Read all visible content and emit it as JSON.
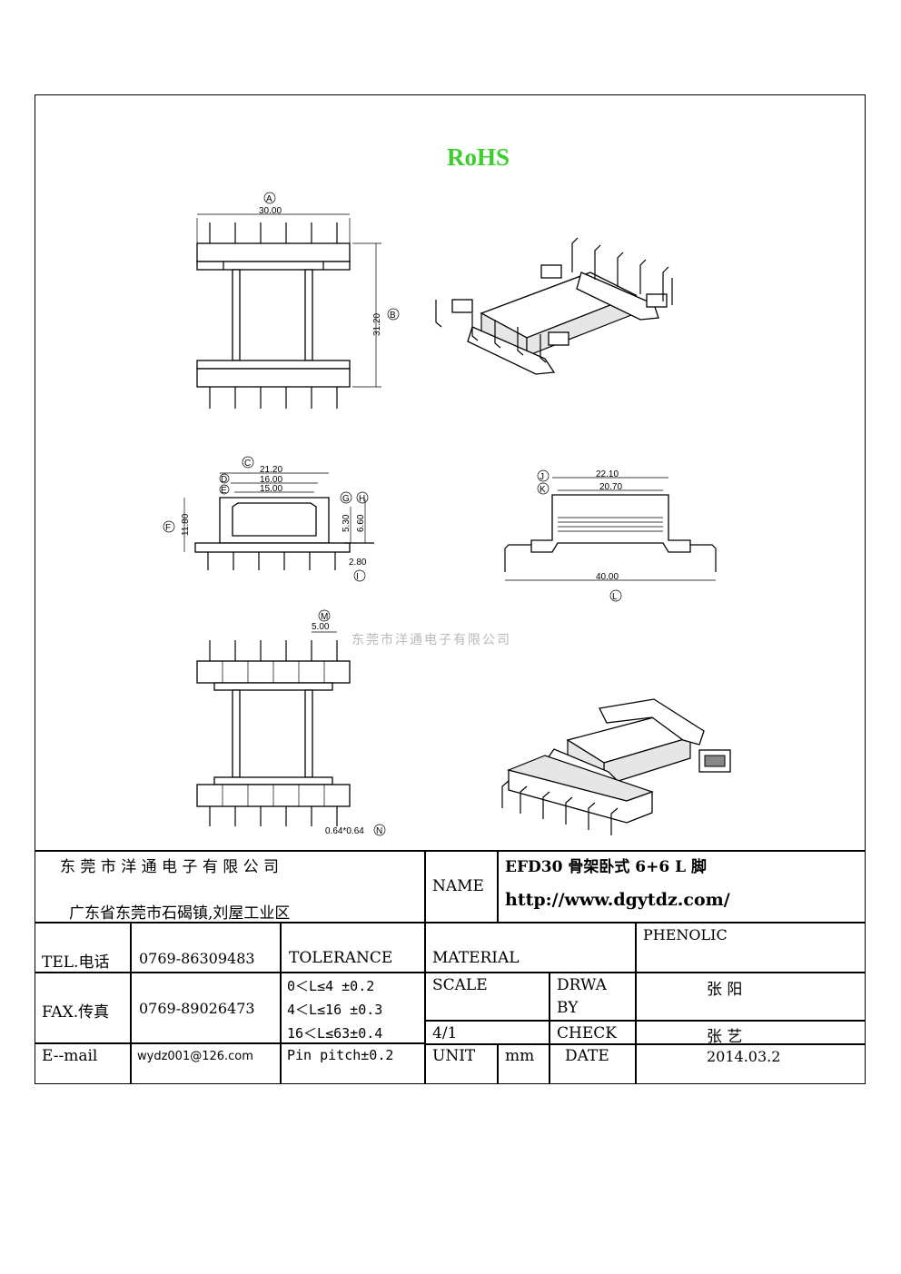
{
  "rohs": "RoHS",
  "watermark": "东莞市洋通电子有限公司",
  "dims": {
    "A": "A",
    "a_val": "30.00",
    "B": "B",
    "b_val": "31.20",
    "C": "C",
    "c_val": "21.20",
    "D": "D",
    "d_val": "16.00",
    "E": "E",
    "e_val": "15.00",
    "F": "F",
    "f_val": "11.80",
    "G": "G",
    "g_val": "5.30",
    "H": "H",
    "h_val": "6.60",
    "I": "I",
    "i_val": "2.80",
    "J": "J",
    "j_val": "22.10",
    "K": "K",
    "k_val": "20.70",
    "L": "L",
    "l_val": "40.00",
    "M": "M",
    "m_val": "5.00",
    "N": "N",
    "n_val": "0.64*0.64"
  },
  "table": {
    "company": "东 莞 市 洋 通 电 子 有 限 公 司",
    "address": "广东省东莞市石碣镇,刘屋工业区",
    "name_label": "NAME",
    "name_value": "EFD30 骨架卧式 6+6 L 脚",
    "url": "http://www.dgytdz.com/",
    "tel_label": "TEL.电话",
    "tel_value": "0769-86309483",
    "tolerance_label": "TOLERANCE",
    "material_label": "MATERIAL",
    "material_value": "PHENOLIC",
    "fax_label": "FAX.传真",
    "fax_value": "0769-89026473",
    "tol_1": "0＜L≤4  ±0.2",
    "tol_2": "4＜L≤16 ±0.3",
    "tol_3": "16＜L≤63±0.4",
    "tol_4": "Pin pitch±0.2",
    "scale_label": "SCALE",
    "scale_value": "4/1",
    "drawn_label_1": "DRWA",
    "drawn_label_2": "BY",
    "drawn_value": "张 阳",
    "check_label": "CHECK",
    "check_value": "张 艺",
    "email_label": "E--mail",
    "email_value": "wydz001@126.com",
    "unit_label": "UNIT",
    "unit_value": "mm",
    "date_label": "DATE",
    "date_value": "2014.03.2"
  }
}
